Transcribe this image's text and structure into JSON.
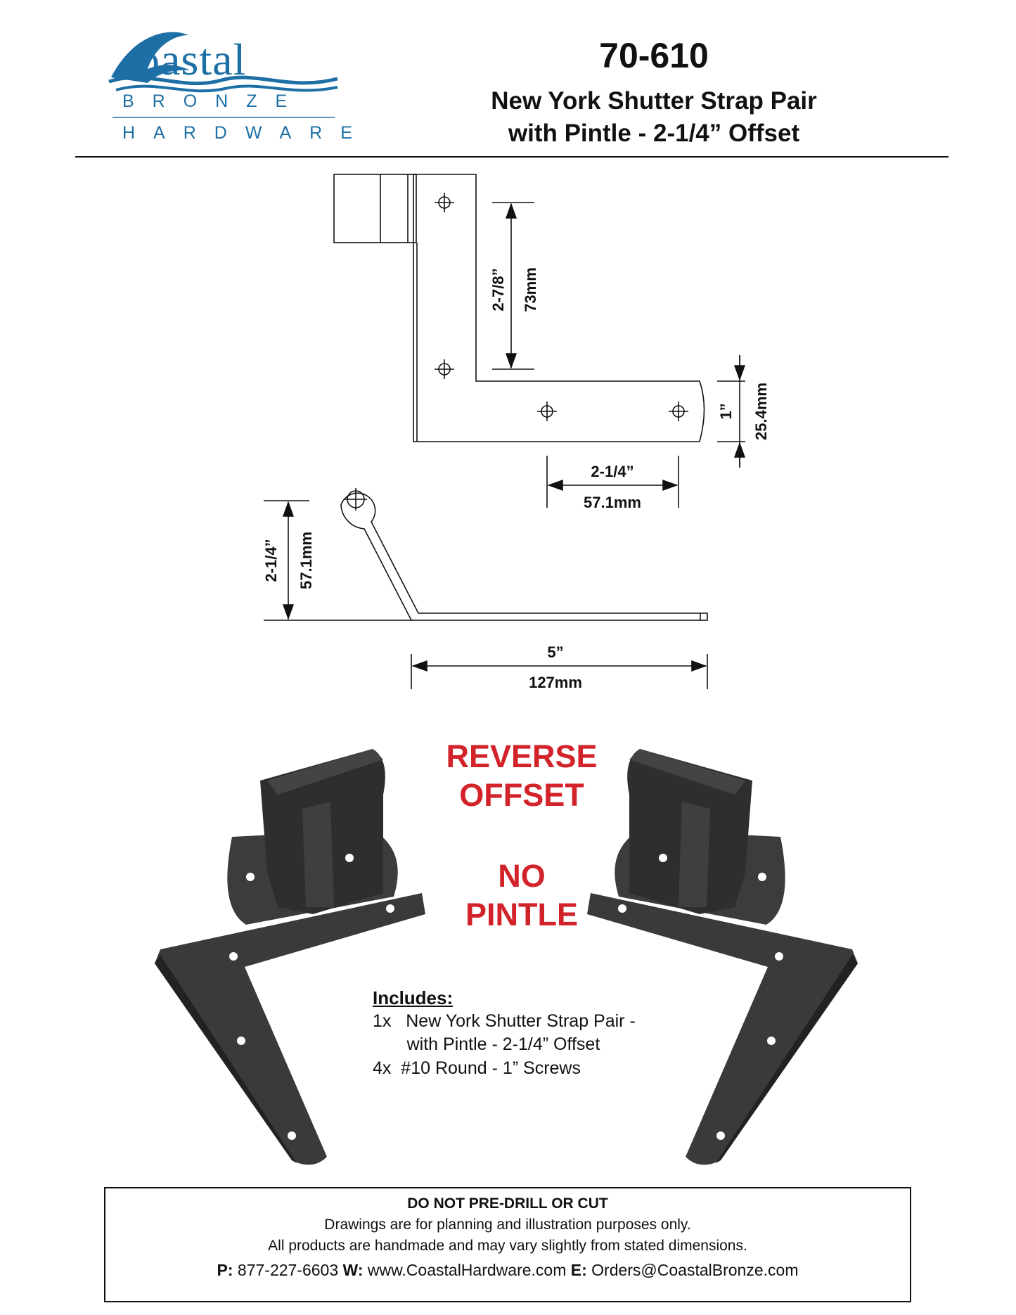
{
  "logo": {
    "word": "oastal",
    "initial": "C",
    "line2": "BRONZE",
    "line3": "HARDWARE",
    "color": "#1d6fa5"
  },
  "header": {
    "part_number": "70-610",
    "title_line1": "New York Shutter Strap Pair",
    "title_line2": "with Pintle - 2-1/4” Offset"
  },
  "dimensions": {
    "strap_height_in": "2-7/8”",
    "strap_height_mm": "73mm",
    "strap_width_in": "1”",
    "strap_width_mm": "25.4mm",
    "offset_in": "2-1/4”",
    "offset_mm": "57.1mm",
    "pintle_rise_in": "2-1/4”",
    "pintle_rise_mm": "57.1mm",
    "length_in": "5”",
    "length_mm": "127mm"
  },
  "notices": {
    "reverse_line1": "REVERSE",
    "reverse_line2": "OFFSET",
    "nopintle_line1": "NO",
    "nopintle_line2": "PINTLE",
    "color": "#d2232a"
  },
  "includes": {
    "title": "Includes:",
    "item1_line1": "1x   New York Shutter Strap Pair -",
    "item1_line2": "       with Pintle - 2-1/4” Offset",
    "item2": "4x  #10 Round - 1” Screws"
  },
  "footer": {
    "warning": "DO NOT PRE-DRILL OR CUT",
    "line1": "Drawings are for planning and illustration purposes only.",
    "line2": "All products are handmade and may vary slightly from stated dimensions.",
    "phone_label": "P:",
    "phone": "877-227-6603",
    "web_label": "W:",
    "web": "www.CoastalHardware.com",
    "email_label": "E:",
    "email": "Orders@CoastalBronze.com"
  }
}
